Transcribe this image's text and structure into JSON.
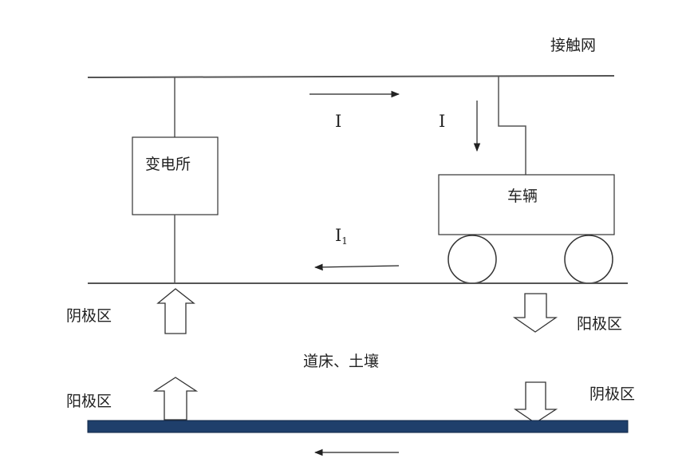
{
  "labels": {
    "catenary": "接触网",
    "substation": "变电所",
    "vehicle": "车辆",
    "current_top_left": "I",
    "current_top_right": "I",
    "current_return_main": "I",
    "current_return_sub": "1",
    "cathode_left": "阴极区",
    "anode_right": "阳极区",
    "trackbed_soil": "道床、土壤",
    "anode_left": "阳极区",
    "cathode_right": "阴极区"
  },
  "colors": {
    "line": "#555555",
    "buried_conductor": "#1f3f6b",
    "text": "#222222"
  }
}
